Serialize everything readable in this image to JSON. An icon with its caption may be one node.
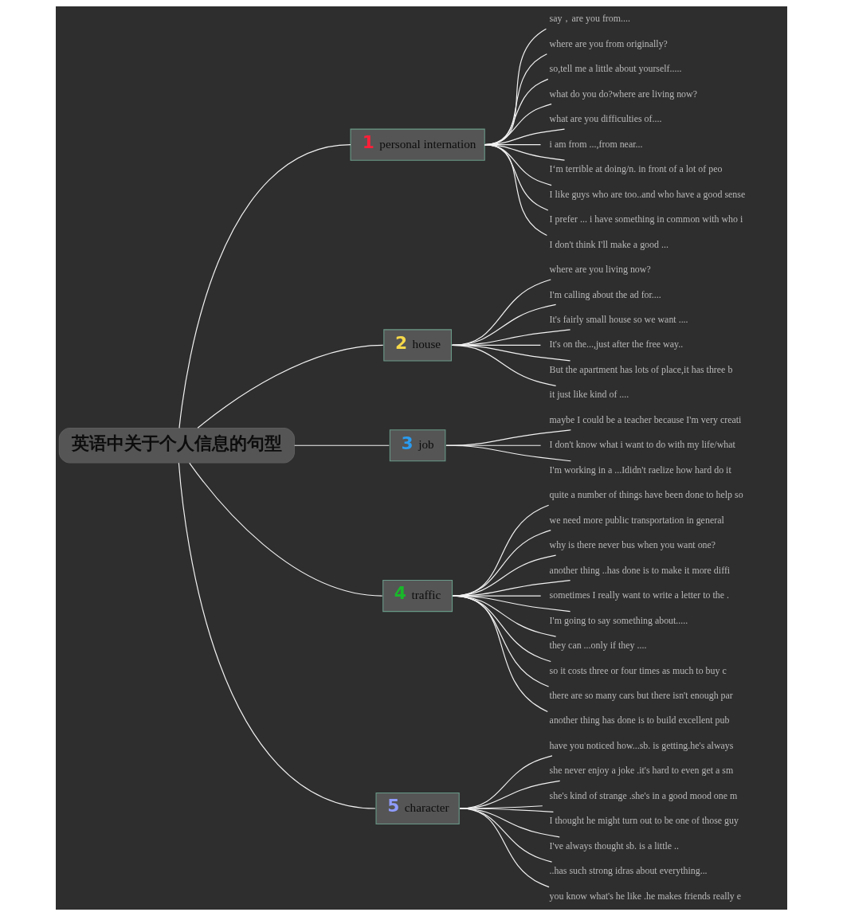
{
  "diagram": {
    "nodes": [
      {
        "text": [
          "英语中关于个人信息的句型"
        ]
      },
      {
        "text": [
          "1",
          "personal internation"
        ]
      },
      {
        "text": [
          "say，are you from...."
        ]
      },
      {
        "text": [
          "where are you from originally?"
        ]
      },
      {
        "text": [
          "so,tell me a little about yourself....."
        ]
      },
      {
        "text": [
          "what do you do?where are living now?"
        ]
      },
      {
        "text": [
          "what are you difficulties of...."
        ]
      },
      {
        "text": [
          "i am from ...,from near..."
        ]
      },
      {
        "text": [
          "I‘m terrible at doing/n. in front of a lot of peo"
        ]
      },
      {
        "text": [
          "I like guys who are too..and who have a good sense"
        ]
      },
      {
        "text": [
          "I prefer ... i have something in common with who i"
        ]
      },
      {
        "text": [
          "I don't think I'll make a good ..."
        ]
      },
      {
        "text": [
          "2",
          "house"
        ]
      },
      {
        "text": [
          "where are you living now?"
        ]
      },
      {
        "text": [
          "I'm calling about the ad for...."
        ]
      },
      {
        "text": [
          "It's fairly small house so we want ...."
        ]
      },
      {
        "text": [
          "It's on the...,just after the free way.."
        ]
      },
      {
        "text": [
          "But the apartment has lots of place,it has three b"
        ]
      },
      {
        "text": [
          "it just like kind of ...."
        ]
      },
      {
        "text": [
          "3",
          "job"
        ]
      },
      {
        "text": [
          "maybe I could be a teacher because I'm very creati"
        ]
      },
      {
        "text": [
          "I don't know what i want to do with my life/what"
        ]
      },
      {
        "text": [
          "I'm working in a ...Ididn't raelize how hard do it"
        ]
      },
      {
        "text": [
          "4",
          "traffic"
        ]
      },
      {
        "text": [
          "quite a number of things have been done to help so"
        ]
      },
      {
        "text": [
          "we need more public transportation in general"
        ]
      },
      {
        "text": [
          "why is there never bus when you want one?"
        ]
      },
      {
        "text": [
          "another thing ..has done is to make it more diffi"
        ]
      },
      {
        "text": [
          "sometimes I really want to write a letter to the ."
        ]
      },
      {
        "text": [
          "I'm going to say something about....."
        ]
      },
      {
        "text": [
          "they can ...only if they ...."
        ]
      },
      {
        "text": [
          "so it costs three or four times as much to buy c"
        ]
      },
      {
        "text": [
          "there are so many cars but there isn't enough par"
        ]
      },
      {
        "text": [
          "another thing has done is to build excellent pub"
        ]
      },
      {
        "text": [
          "5",
          "character"
        ]
      },
      {
        "text": [
          "have you noticed how...sb. is getting.he's always"
        ]
      },
      {
        "text": [
          "she never enjoy a joke .it's hard to even get a sm"
        ]
      },
      {
        "text": [
          "she's kind of strange .she's in a good mood one m"
        ]
      },
      {
        "text": [
          "I thought he might turn out to be one of those guy"
        ]
      },
      {
        "text": [
          "I've always thought sb. is a little .."
        ]
      },
      {
        "text": [
          "..has such strong idras about everything..."
        ]
      },
      {
        "text": [
          "you know what's he like .he makes friends really e"
        ]
      }
    ],
    "edges": [
      {
        "from": 0,
        "to": 1,
        "arrow": "none"
      },
      {
        "from": 1,
        "to": 2,
        "arrow": "none"
      },
      {
        "from": 1,
        "to": 3,
        "arrow": "none"
      },
      {
        "from": 1,
        "to": 4,
        "arrow": "none"
      },
      {
        "from": 1,
        "to": 5,
        "arrow": "none"
      },
      {
        "from": 1,
        "to": 6,
        "arrow": "none"
      },
      {
        "from": 1,
        "to": 7,
        "arrow": "none"
      },
      {
        "from": 1,
        "to": 8,
        "arrow": "none"
      },
      {
        "from": 1,
        "to": 9,
        "arrow": "none"
      },
      {
        "from": 1,
        "to": 10,
        "arrow": "none"
      },
      {
        "from": 1,
        "to": 11,
        "arrow": "none"
      },
      {
        "from": 0,
        "to": 12,
        "arrow": "none"
      },
      {
        "from": 12,
        "to": 13,
        "arrow": "none"
      },
      {
        "from": 12,
        "to": 14,
        "arrow": "none"
      },
      {
        "from": 12,
        "to": 15,
        "arrow": "none"
      },
      {
        "from": 12,
        "to": 16,
        "arrow": "none"
      },
      {
        "from": 12,
        "to": 17,
        "arrow": "none"
      },
      {
        "from": 12,
        "to": 18,
        "arrow": "none"
      },
      {
        "from": 0,
        "to": 19,
        "arrow": "none"
      },
      {
        "from": 19,
        "to": 20,
        "arrow": "none"
      },
      {
        "from": 19,
        "to": 21,
        "arrow": "none"
      },
      {
        "from": 19,
        "to": 22,
        "arrow": "none"
      },
      {
        "from": 0,
        "to": 23,
        "arrow": "none"
      },
      {
        "from": 23,
        "to": 24,
        "arrow": "none"
      },
      {
        "from": 23,
        "to": 25,
        "arrow": "none"
      },
      {
        "from": 23,
        "to": 26,
        "arrow": "none"
      },
      {
        "from": 23,
        "to": 27,
        "arrow": "none"
      },
      {
        "from": 23,
        "to": 28,
        "arrow": "none"
      },
      {
        "from": 23,
        "to": 29,
        "arrow": "none"
      },
      {
        "from": 23,
        "to": 30,
        "arrow": "none"
      },
      {
        "from": 23,
        "to": 31,
        "arrow": "none"
      },
      {
        "from": 23,
        "to": 32,
        "arrow": "none"
      },
      {
        "from": 23,
        "to": 33,
        "arrow": "none"
      },
      {
        "from": 0,
        "to": 34,
        "arrow": "none"
      },
      {
        "from": 34,
        "to": 35,
        "arrow": "none"
      },
      {
        "from": 34,
        "to": 36,
        "arrow": "none"
      },
      {
        "from": 34,
        "to": 37,
        "arrow": "none"
      },
      {
        "from": 34,
        "to": 38,
        "arrow": "none"
      },
      {
        "from": 34,
        "to": 39,
        "arrow": "none"
      },
      {
        "from": 34,
        "to": 40,
        "arrow": "none"
      },
      {
        "from": 34,
        "to": 41,
        "arrow": "none"
      }
    ]
  }
}
